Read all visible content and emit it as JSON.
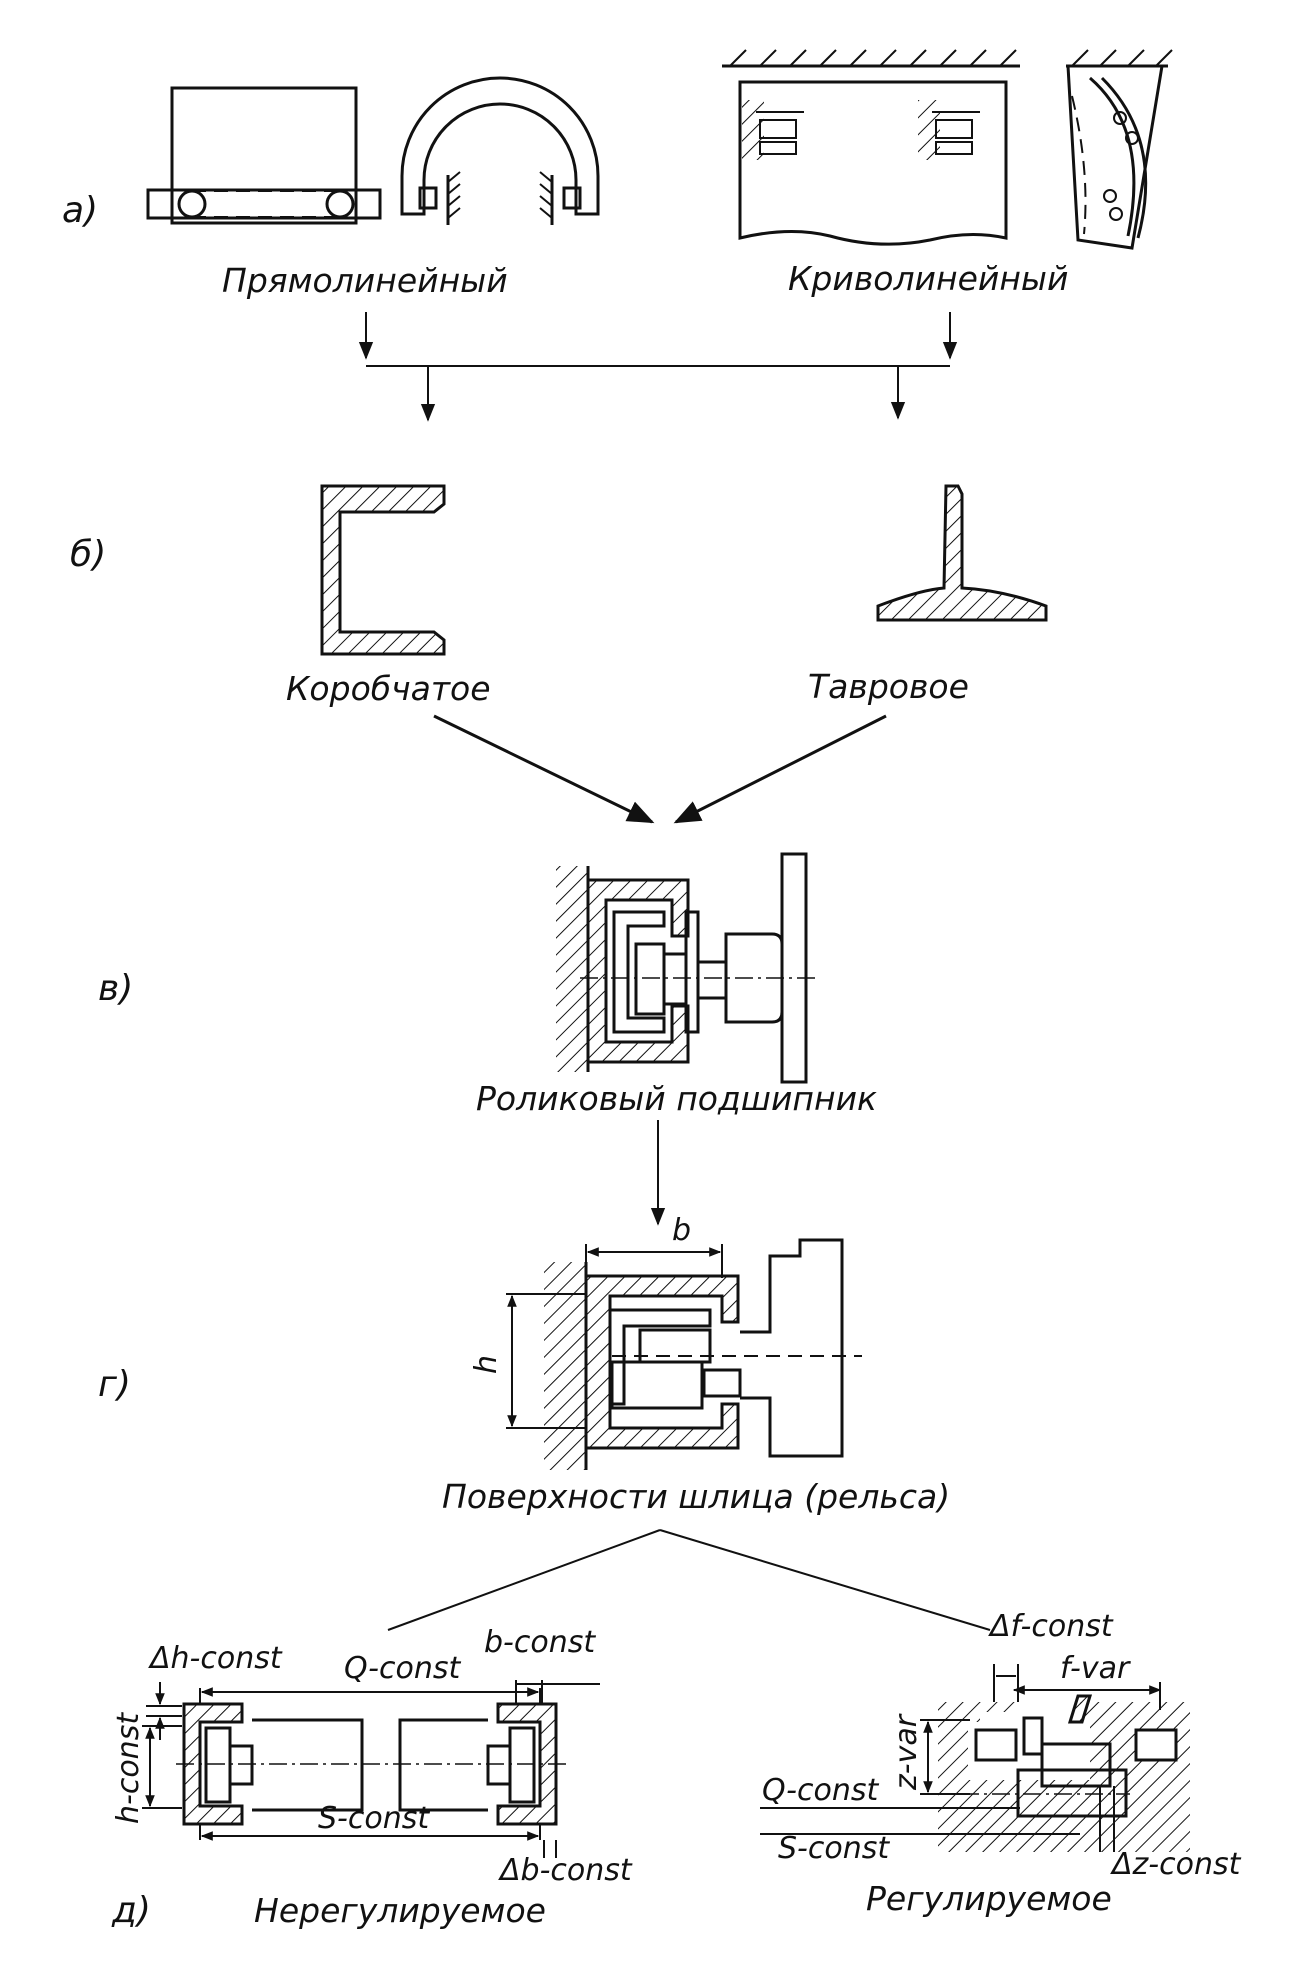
{
  "sections": {
    "a": {
      "letter": "а)",
      "straight_label": "Прямолинейный",
      "curved_label": "Криволинейный"
    },
    "b": {
      "letter": "б)",
      "box_label": "Коробчатое",
      "tee_label": "Тавровое"
    },
    "v": {
      "letter": "в)",
      "bearing_label": "Роликовый подшипник"
    },
    "g": {
      "letter": "г)",
      "dim_b": "b",
      "dim_h": "h",
      "slot_label": "Поверхности шлица (рельса)"
    },
    "d": {
      "letter": "д)",
      "unadjustable_label": "Нерегулируемое",
      "adjustable_label": "Регулируемое",
      "left_dims": {
        "dh_const": "Δh-const",
        "b_const": "b-const",
        "q_const": "Q-const",
        "h_const": "h-const",
        "s_const": "S-const",
        "db_const": "Δb-const"
      },
      "right_dims": {
        "df_const": "Δf-const",
        "f_var": "f-var",
        "z_var": "z-var",
        "q_const": "Q-const",
        "s_const": "S-const",
        "dz_const": "Δz-const"
      }
    }
  }
}
